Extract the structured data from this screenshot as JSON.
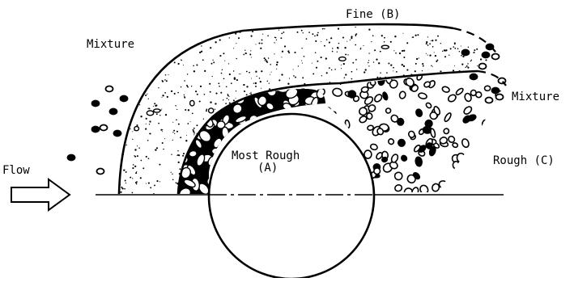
{
  "labels": {
    "fine": "Fine (B)",
    "mixture_left": "Mixture",
    "mixture_right": "Mixture",
    "most_rough": "Most Rough",
    "most_rough_letter": "(A)",
    "rough": "Rough (C)",
    "flow": "Flow"
  },
  "colors": {
    "ink": "#000000",
    "paper": "#ffffff"
  },
  "icons": {
    "flow_arrow": "hollow-right-arrow-icon"
  }
}
